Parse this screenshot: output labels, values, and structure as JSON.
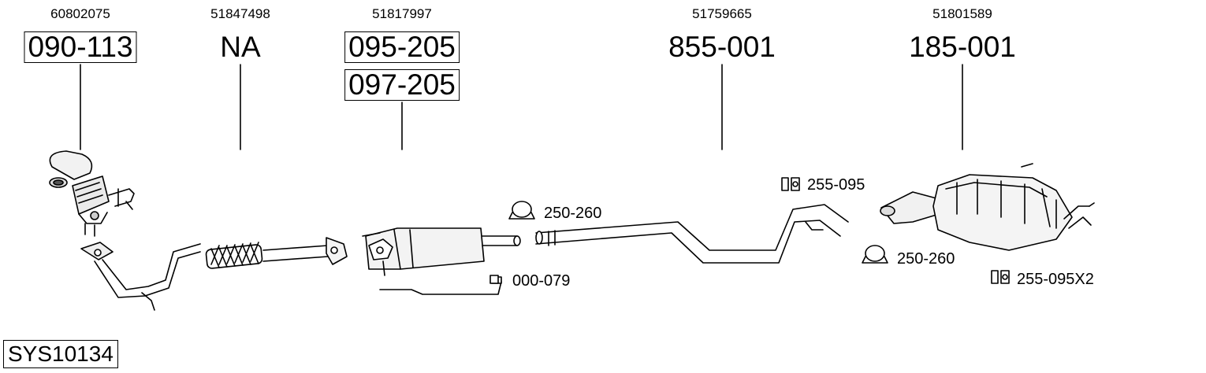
{
  "system_code": "SYS10134",
  "columns": [
    {
      "oe": "60802075",
      "parts": [
        "090-113"
      ]
    },
    {
      "oe": "51847498",
      "parts": [
        "NA"
      ]
    },
    {
      "oe": "51817997",
      "parts": [
        "095-205",
        "097-205"
      ]
    },
    {
      "oe": "51759665",
      "parts": [
        "855-001"
      ]
    },
    {
      "oe": "51801589",
      "parts": [
        "185-001"
      ]
    }
  ],
  "accessories": [
    {
      "code": "250-260",
      "icon": "clamp-icon"
    },
    {
      "code": "000-079",
      "icon": "sensor-plug-icon"
    },
    {
      "code": "255-095",
      "icon": "rubber-hanger-icon"
    },
    {
      "code": "250-260",
      "icon": "clamp-icon"
    },
    {
      "code": "255-095X2",
      "icon": "rubber-hanger-icon"
    }
  ]
}
